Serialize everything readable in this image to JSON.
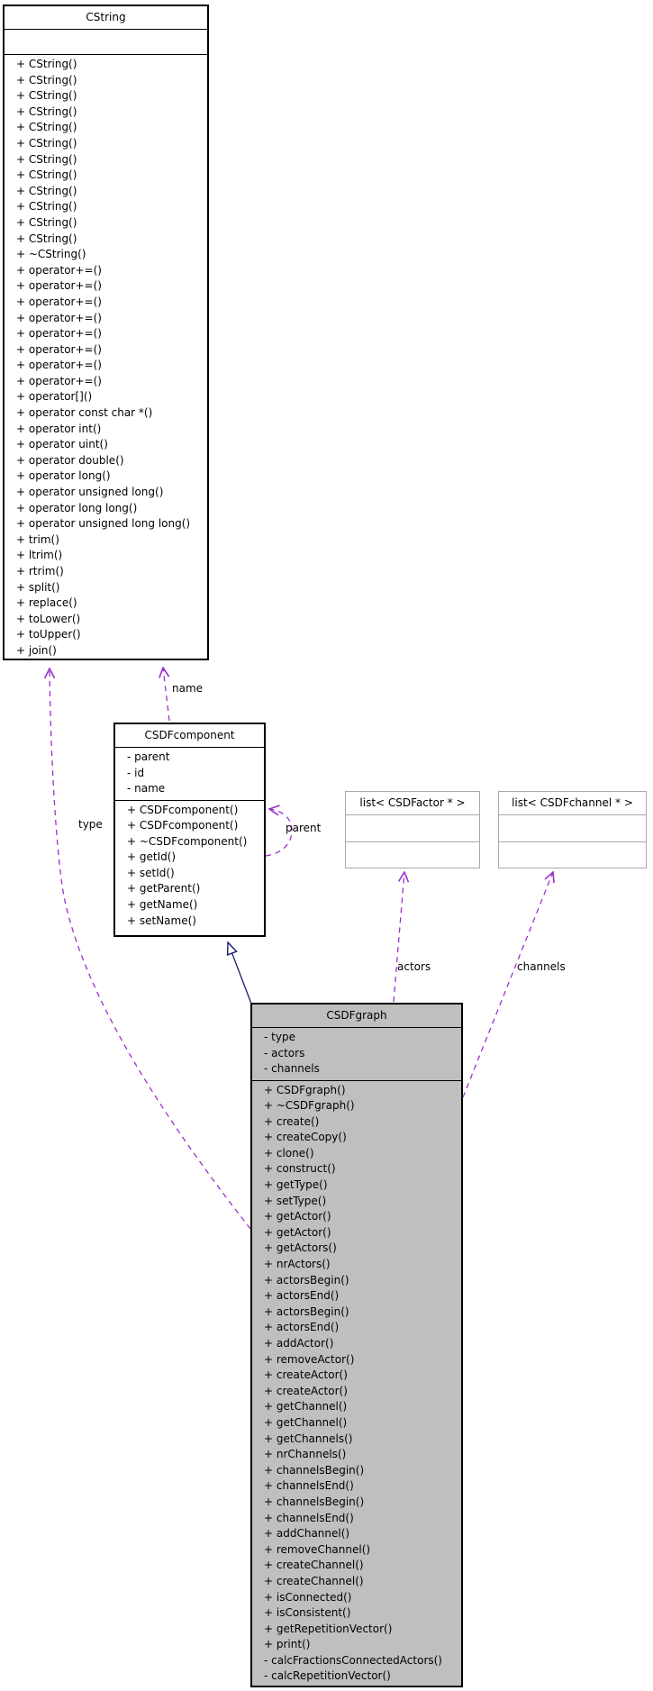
{
  "classes": {
    "cstring": {
      "title": "CString",
      "attributes": [],
      "methods": [
        "+ CString()",
        "+ CString()",
        "+ CString()",
        "+ CString()",
        "+ CString()",
        "+ CString()",
        "+ CString()",
        "+ CString()",
        "+ CString()",
        "+ CString()",
        "+ CString()",
        "+ CString()",
        "+ ~CString()",
        "+ operator+=()",
        "+ operator+=()",
        "+ operator+=()",
        "+ operator+=()",
        "+ operator+=()",
        "+ operator+=()",
        "+ operator+=()",
        "+ operator+=()",
        "+ operator[]()",
        "+ operator const char *()",
        "+ operator int()",
        "+ operator uint()",
        "+ operator double()",
        "+ operator long()",
        "+ operator unsigned long()",
        "+ operator long long()",
        "+ operator unsigned long long()",
        "+ trim()",
        "+ ltrim()",
        "+ rtrim()",
        "+ split()",
        "+ replace()",
        "+ toLower()",
        "+ toUpper()",
        "+ join()"
      ]
    },
    "csdfcomponent": {
      "title": "CSDFcomponent",
      "attributes": [
        "- parent",
        "- id",
        "- name"
      ],
      "methods": [
        "+ CSDFcomponent()",
        "+ CSDFcomponent()",
        "+ ~CSDFcomponent()",
        "+ getId()",
        "+ setId()",
        "+ getParent()",
        "+ getName()",
        "+ setName()"
      ]
    },
    "list_factor": {
      "title": "list< CSDFactor * >"
    },
    "list_channel": {
      "title": "list< CSDFchannel * >"
    },
    "csdfgraph": {
      "title": "CSDFgraph",
      "attributes": [
        "- type",
        "- actors",
        "- channels"
      ],
      "methods": [
        "+ CSDFgraph()",
        "+ ~CSDFgraph()",
        "+ create()",
        "+ createCopy()",
        "+ clone()",
        "+ construct()",
        "+ getType()",
        "+ setType()",
        "+ getActor()",
        "+ getActor()",
        "+ getActors()",
        "+ nrActors()",
        "+ actorsBegin()",
        "+ actorsEnd()",
        "+ actorsBegin()",
        "+ actorsEnd()",
        "+ addActor()",
        "+ removeActor()",
        "+ createActor()",
        "+ createActor()",
        "+ getChannel()",
        "+ getChannel()",
        "+ getChannels()",
        "+ nrChannels()",
        "+ channelsBegin()",
        "+ channelsEnd()",
        "+ channelsBegin()",
        "+ channelsEnd()",
        "+ addChannel()",
        "+ removeChannel()",
        "+ createChannel()",
        "+ createChannel()",
        "+ isConnected()",
        "+ isConsistent()",
        "+ getRepetitionVector()",
        "+ print()",
        "- calcFractionsConnectedActors()",
        "- calcRepetitionVector()"
      ]
    }
  },
  "edge_labels": {
    "name": "name",
    "type": "type",
    "parent": "parent",
    "actors": "actors",
    "channels": "channels"
  },
  "colors": {
    "edge_dashed": "#9a32cd",
    "edge_inherit": "#191970",
    "node_border": "#000000",
    "template_border": "#a9a9a9",
    "highlight_fill": "#bfbfbf",
    "node_fill": "#ffffff"
  }
}
